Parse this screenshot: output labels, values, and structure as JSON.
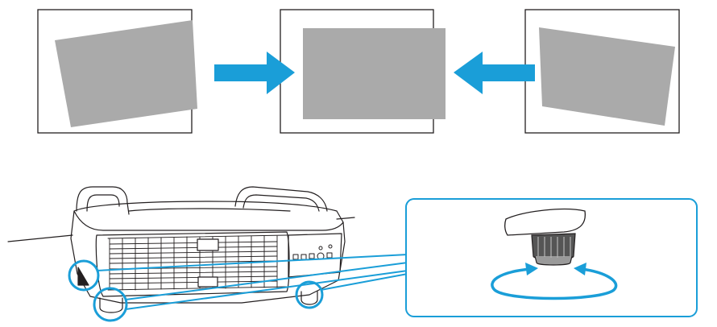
{
  "diagram": {
    "kind": "projector-keystone-tilt-instruction",
    "colors": {
      "screen_fill": "#aaaaaa",
      "frame_stroke": "#231f20",
      "arrow": "#1a9ed8",
      "callout": "#1a9ed8",
      "body_line": "#231f20",
      "background": "#ffffff"
    },
    "panels": [
      {
        "id": "tilted-left"
      },
      {
        "id": "corrected"
      },
      {
        "id": "tilted-right"
      }
    ],
    "arrows": [
      {
        "from": "tilted-left",
        "to": "corrected",
        "direction": "right"
      },
      {
        "from": "tilted-right",
        "to": "corrected",
        "direction": "left"
      }
    ],
    "callout": {
      "subject": "rear-foot",
      "action": "rotate"
    }
  }
}
